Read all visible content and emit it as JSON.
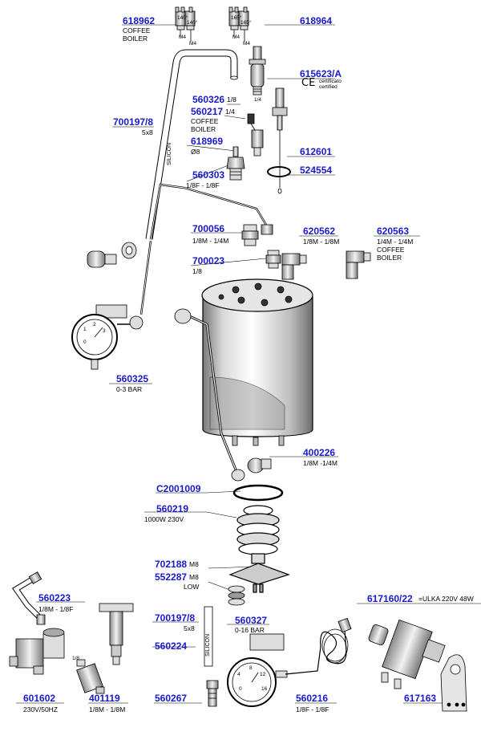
{
  "labels": {
    "p618962": {
      "code": "618962",
      "lines": [
        "COFFEE",
        "BOILER"
      ]
    },
    "p618964": {
      "code": "618964"
    },
    "p615623A": {
      "code": "615623/A",
      "cert": [
        "certificato",
        "certified"
      ]
    },
    "p560326": {
      "code": "560326",
      "suffix": "1/8"
    },
    "p560217": {
      "code": "560217",
      "suffix": "1/4",
      "lines": [
        "COFFEE",
        "BOILER"
      ]
    },
    "p700197a": {
      "code": "700197/8",
      "lines": [
        "5x8"
      ]
    },
    "p618969": {
      "code": "618969",
      "lines": [
        "Ø8"
      ]
    },
    "p612601": {
      "code": "612601"
    },
    "p524554": {
      "code": "524554"
    },
    "p560303": {
      "code": "560303",
      "lines": [
        "1/8F - 1/8F"
      ]
    },
    "p700056": {
      "code": "700056",
      "lines": [
        "1/8M - 1/4M"
      ]
    },
    "p620562": {
      "code": "620562",
      "lines": [
        "1/8M - 1/8M"
      ]
    },
    "p620563": {
      "code": "620563",
      "lines": [
        "1/4M - 1/4M",
        "COFFEE",
        "BOILER"
      ]
    },
    "p700023": {
      "code": "700023",
      "lines": [
        "1/8"
      ]
    },
    "p560325": {
      "code": "560325",
      "lines": [
        "0-3 BAR"
      ]
    },
    "p400226": {
      "code": "400226",
      "lines": [
        "1/8M -1/4M"
      ]
    },
    "pC2001009": {
      "code": "C2001009"
    },
    "p560219": {
      "code": "560219",
      "lines": [
        "1000W 230V"
      ]
    },
    "p702188": {
      "code": "702188",
      "suffix": "M8"
    },
    "p552287": {
      "code": "552287",
      "suffix": "M8",
      "lines": [
        "LOW"
      ]
    },
    "p560223": {
      "code": "560223",
      "lines": [
        "1/8M - 1/8F"
      ]
    },
    "p700197b": {
      "code": "700197/8",
      "lines": [
        "5x8"
      ]
    },
    "p560224": {
      "code": "560224"
    },
    "p560327": {
      "code": "560327",
      "lines": [
        "0-16 BAR"
      ]
    },
    "p617160": {
      "code": "617160/22",
      "suffix": "=ULKA 220V 48W"
    },
    "p601602": {
      "code": "601602",
      "lines": [
        "230V/50HZ"
      ]
    },
    "p401119": {
      "code": "401119",
      "lines": [
        "1/8M - 1/8M"
      ]
    },
    "p560267": {
      "code": "560267"
    },
    "p560216": {
      "code": "560216",
      "lines": [
        "1/8F - 1/8F"
      ]
    },
    "p617163": {
      "code": "617163"
    }
  },
  "part_markings": {
    "thermostat_temps": [
      "140°",
      "140°",
      "165°",
      "165°"
    ],
    "thermostat_threads": [
      "M4",
      "M4",
      "M4",
      "M4"
    ],
    "pipe_print": "SILICON",
    "fitting_quarter": "1/4",
    "valve_eighth": "1/8",
    "gauge_small_ticks": [
      "0",
      "1",
      "2",
      "3"
    ],
    "gauge_large_ticks": [
      "0",
      "4",
      "8",
      "12",
      "16"
    ]
  },
  "colors": {
    "code": "#1a1acd",
    "line": "#000000",
    "part_fill": "#ffffff",
    "shade": "#9a9a9a"
  }
}
